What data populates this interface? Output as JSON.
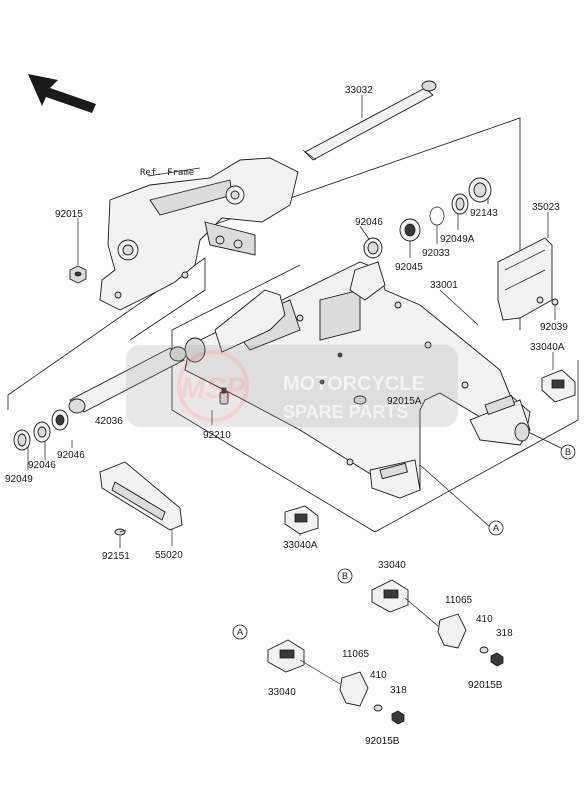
{
  "diagram": {
    "ref_frame_label": "Ref. Frame",
    "callouts": {
      "a": "A",
      "b": "B"
    },
    "watermark": {
      "logo": "MSP",
      "line1": "MOTORCYCLE",
      "line2": "SPARE PARTS"
    },
    "parts": {
      "p33032": "33032",
      "p92015": "92015",
      "p92046_top": "92046",
      "p92045": "92045",
      "p92033": "92033",
      "p92049A": "92049A",
      "p92143": "92143",
      "p35023": "35023",
      "p33001": "33001",
      "p92039": "92039",
      "p33040A_right": "33040A",
      "p92015A": "92015A",
      "p42036": "42036",
      "p92210": "92210",
      "p92046_left1": "92046",
      "p92046_left2": "92046",
      "p92049": "92049",
      "p92151": "92151",
      "p55020": "55020",
      "p33040A_bottom": "33040A",
      "p33040_b": "33040",
      "p11065_b": "11065",
      "p410_b": "410",
      "p318_b": "318",
      "p92015B_b": "92015B",
      "p33040_a": "33040",
      "p11065_a": "11065",
      "p410_a": "410",
      "p318_a": "318",
      "p92015B_a": "92015B"
    }
  }
}
